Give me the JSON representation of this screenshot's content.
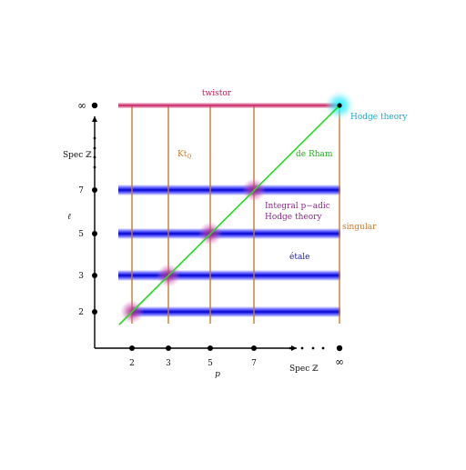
{
  "diagram": {
    "labels": {
      "twistor": "twistor",
      "hodge_theory": "Hodge theory",
      "kt_main": "Kt",
      "kt_sub": "Q",
      "de_rham": "de Rham",
      "integral_line1": "Integral p−adic",
      "integral_line2": "Hodge theory",
      "singular": "singular",
      "etale": "étale"
    },
    "x_axis": {
      "ticks": [
        "2",
        "3",
        "5",
        "7",
        "∞"
      ],
      "variable": "p",
      "spec": "Spec ℤ"
    },
    "y_axis": {
      "ticks": [
        "2",
        "3",
        "5",
        "7",
        "∞"
      ],
      "variable": "ℓ",
      "spec": "Spec ℤ"
    },
    "colors": {
      "twistor": "#c2185b",
      "vertical": "#c87a2a",
      "horizontal": "#1a1aff",
      "diagonal": "#22dd22",
      "intersection": "#a02a90",
      "hodge_glow": "#00e5ff",
      "kt": "#c87a2a",
      "de_rham": "#22aa22",
      "integral": "#8a2a8a",
      "singular": "#c87a2a",
      "etale": "#222299",
      "hodge_theory": "#1fa8c8"
    }
  }
}
